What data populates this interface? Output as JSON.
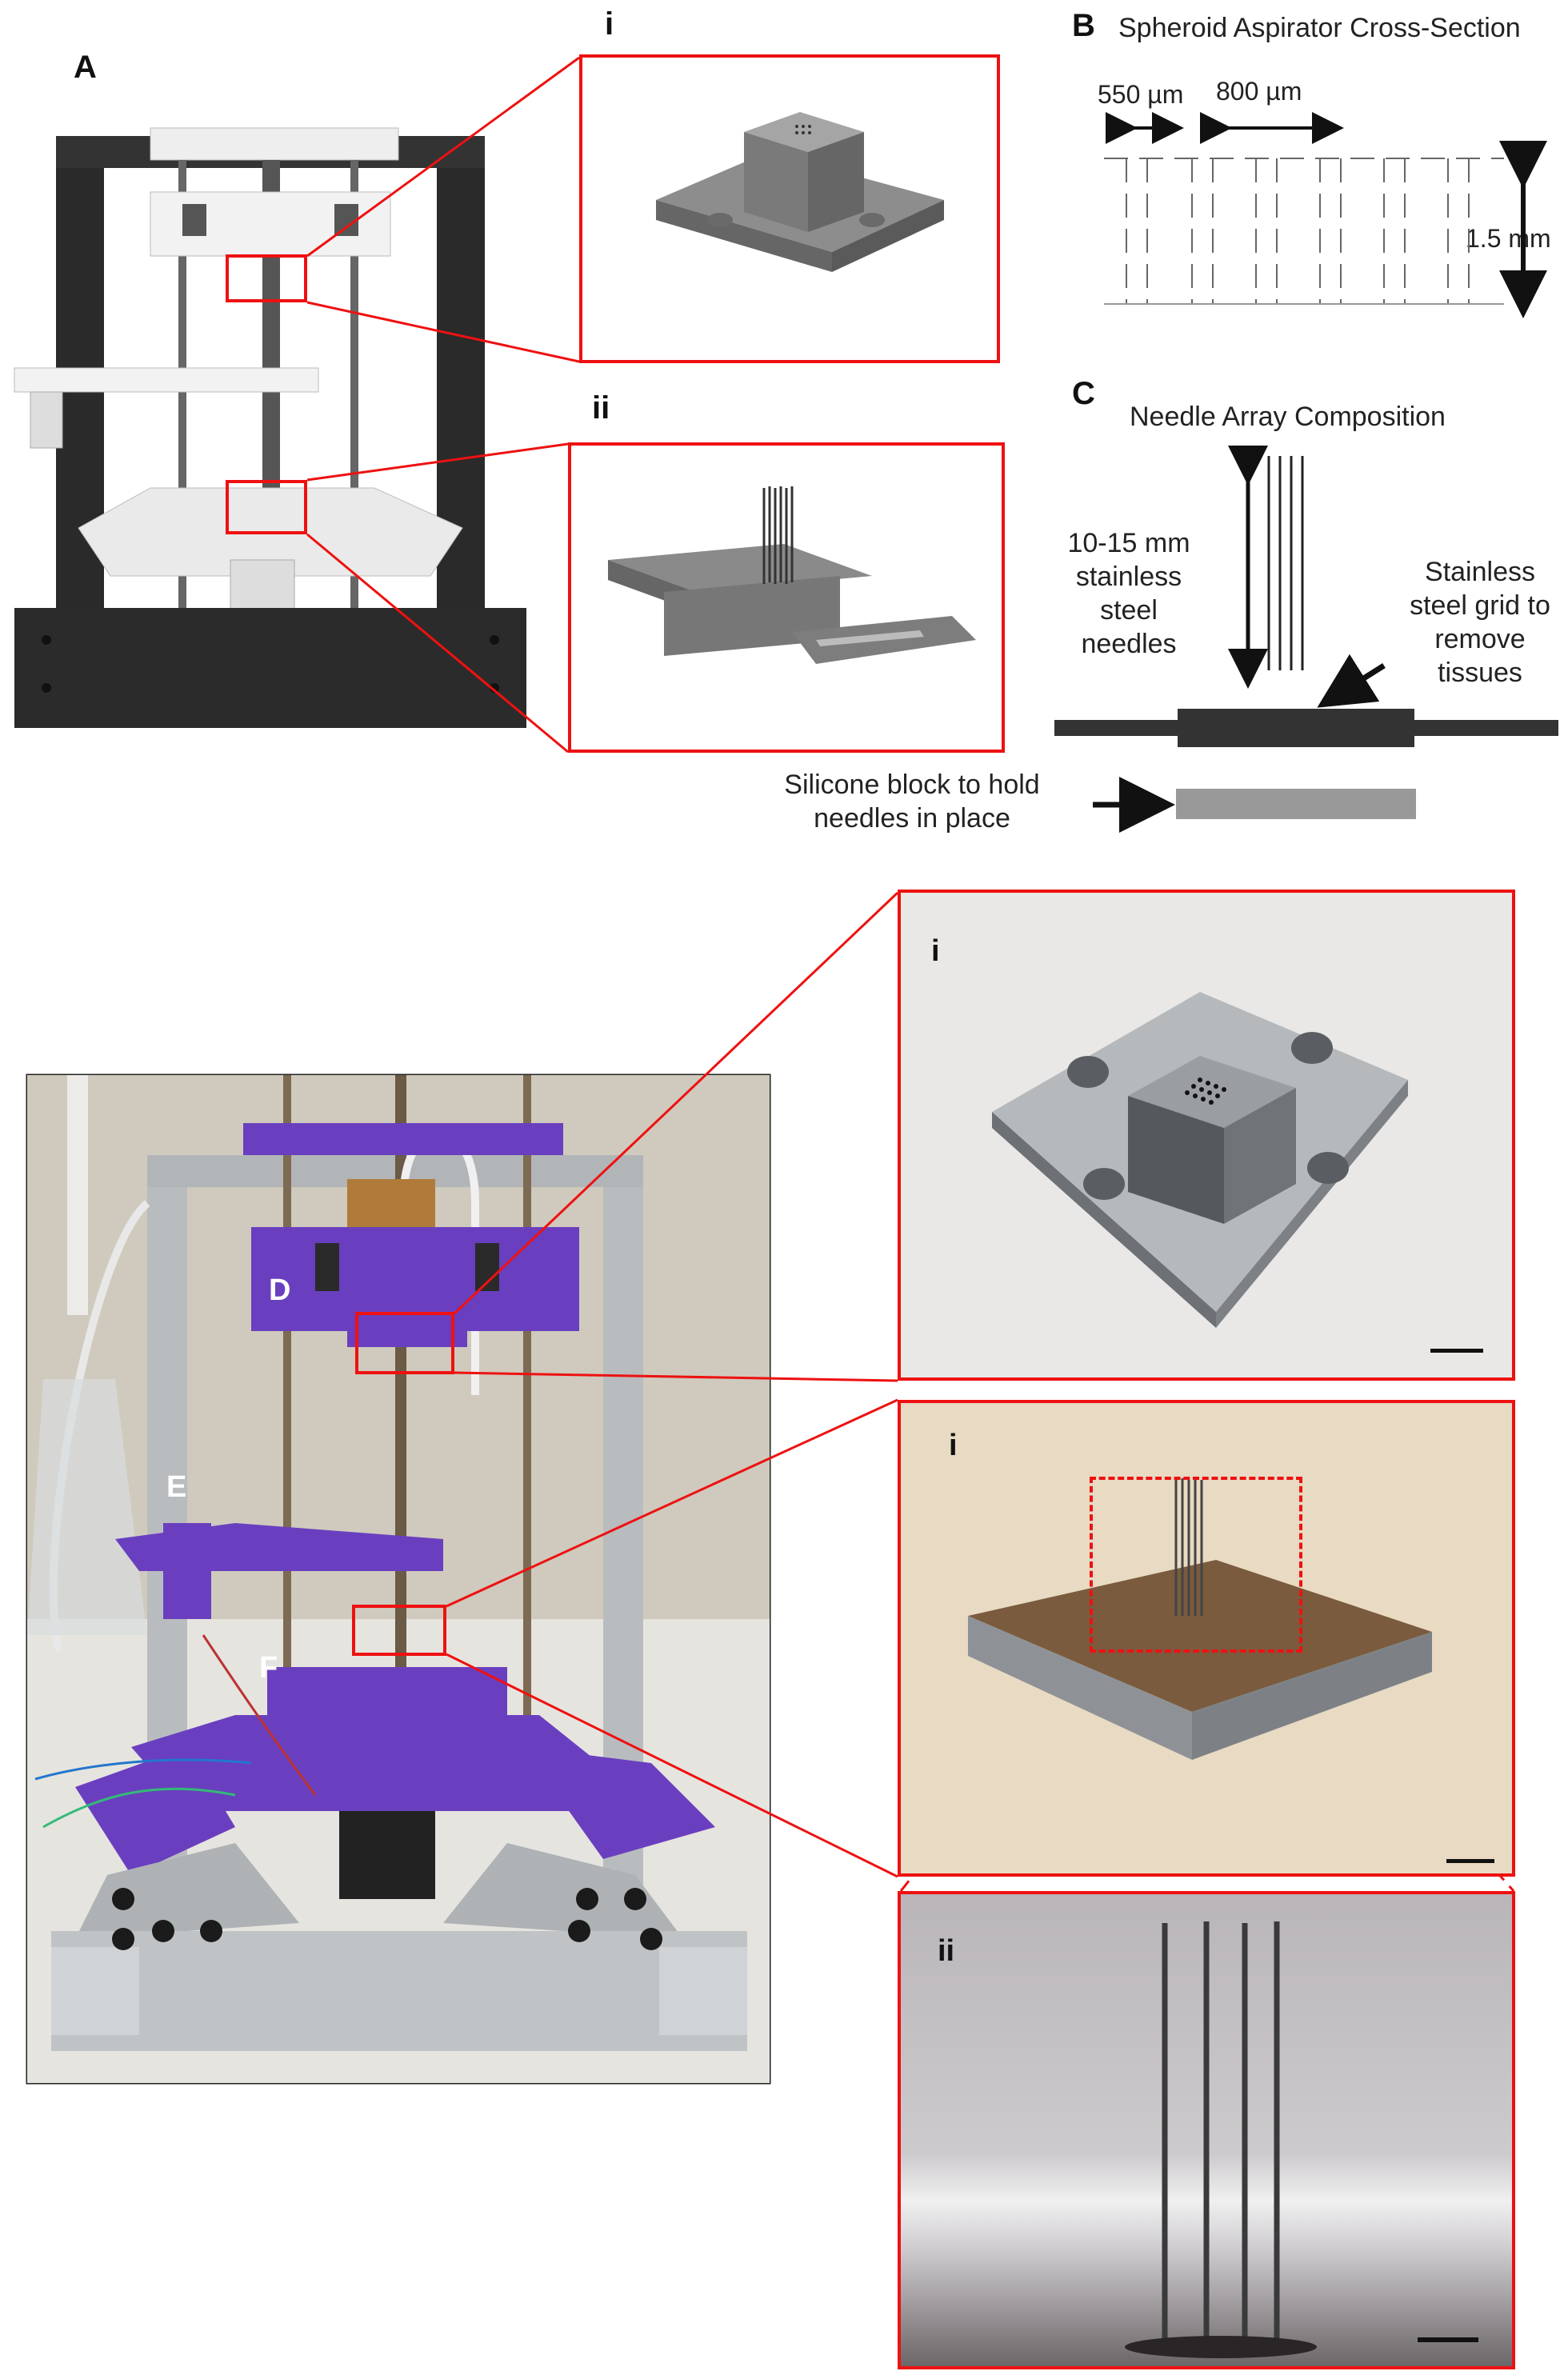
{
  "panel_labels": {
    "a": "A",
    "a_i": "i",
    "a_ii": "ii",
    "b": "B",
    "c": "C",
    "photo_d": "D",
    "photo_e": "E",
    "photo_f": "F",
    "right_i_top": "i",
    "right_i_mid": "i",
    "right_ii": "ii"
  },
  "panel_b": {
    "title": "Spheroid Aspirator Cross-Section",
    "dim_550": "550 µm",
    "dim_800": "800 µm",
    "dim_height": "1.5 mm"
  },
  "panel_c": {
    "title": "Needle Array Composition",
    "needle_label_1": "10-15 mm",
    "needle_label_2": "stainless",
    "needle_label_3": "steel",
    "needle_label_4": "needles",
    "grid_label_1": "Stainless",
    "grid_label_2": "steel grid to",
    "grid_label_3": "remove",
    "grid_label_4": "tissues",
    "block_label_1": "Silicone block to hold",
    "block_label_2": "needles in place"
  },
  "colors": {
    "callout_red": "#e11111",
    "printed_purple": "#6a3fbf"
  }
}
